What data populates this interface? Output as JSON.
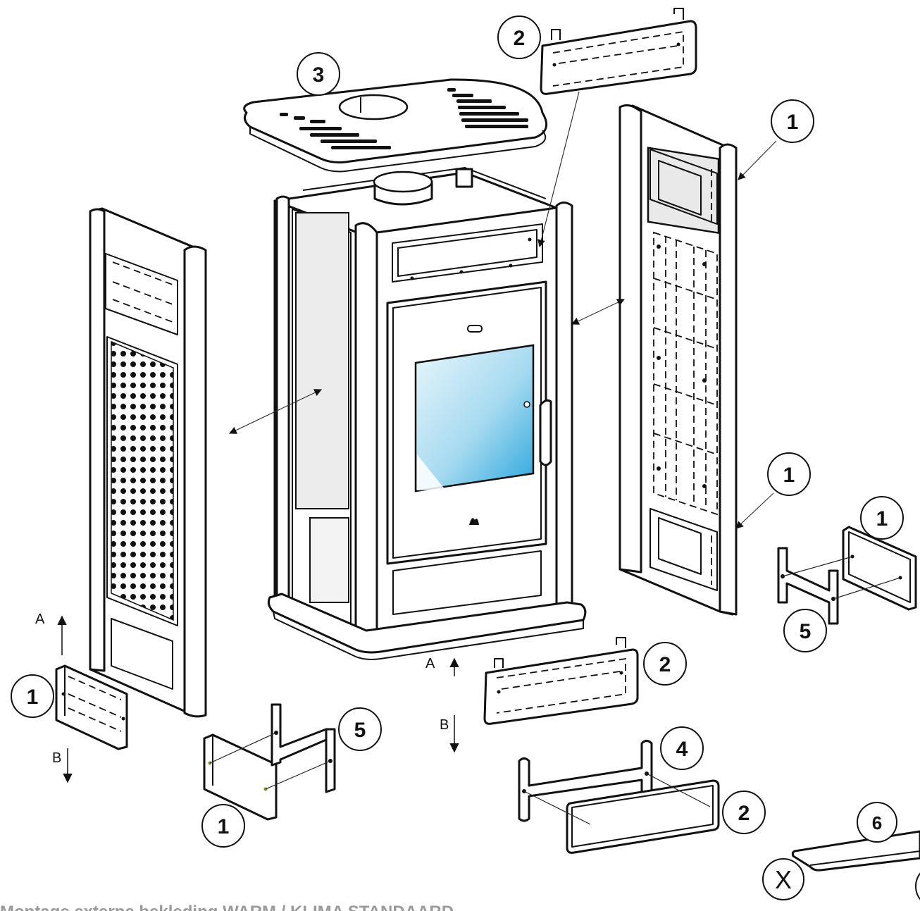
{
  "callouts": {
    "c2_top": "2",
    "c3_top": "3",
    "c1_right_upper": "1",
    "c1_right_lower": "1",
    "c1_far_right": "1",
    "c5_right": "5",
    "c1_left_bottom": "1",
    "c2_middle": "2",
    "c5_bottom": "5",
    "c1_bottom": "1",
    "c4_bottom": "4",
    "c2_bottom": "2",
    "c6": "6",
    "cx": "X"
  },
  "directions": {
    "a_left": "A",
    "b_left": "B",
    "a_center": "A",
    "b_center": "B"
  },
  "caption": "Montage externe bekleding WARM / KLIMA STANDAARD",
  "colors": {
    "glass_light": "#e6f5fb",
    "glass_mid": "#8fd0ec",
    "glass_dark": "#29a7dc",
    "line": "#111111",
    "caption": "#9a9a9a"
  }
}
